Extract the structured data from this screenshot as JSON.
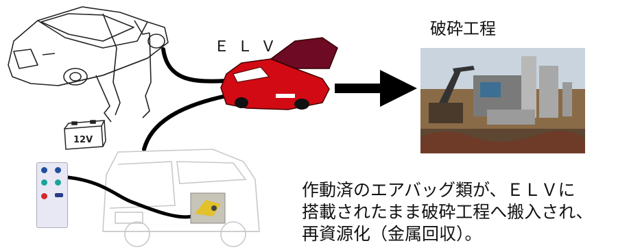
{
  "diagram": {
    "elv_label": "ＥＬＶ",
    "process_label": "破砕工程",
    "battery_label": "12V",
    "description_lines": [
      "作動済のエアバッグ類が、ＥＬＶに",
      "搭載されたまま破砕工程へ搬入され、",
      "再資源化（金属回収）。"
    ]
  },
  "colors": {
    "elv_car": "#d20a14",
    "elv_hood": "#6e0a24",
    "line": "#000000",
    "sky": "#c9d4de",
    "ground": "#8a6b47"
  }
}
